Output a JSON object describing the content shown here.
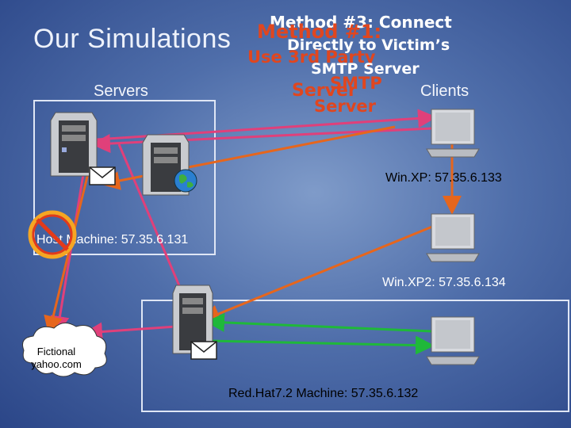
{
  "title": "Our Simulations",
  "labels": {
    "servers": "Servers",
    "clients": "Clients"
  },
  "overlay": {
    "m3_title": "Method #3: Connect",
    "m3_line2": "Directly to Victim’s",
    "m3_line3": "SMTP Server",
    "m1_title": "Method #1:",
    "m1_line2": "Use 3rd Party",
    "m1_line3": "SMTP",
    "m1_line4": "Server"
  },
  "ips": {
    "winxp": "Win.XP: 57.35.6.133",
    "host": "Host Machine: 57.35.6.131",
    "winxp2": "Win.XP2: 57.35.6.134",
    "redhat": "Red.Hat7.2 Machine: 57.35.6.132"
  },
  "cloud": {
    "line1": "Fictional",
    "line2": "yahoo.com"
  },
  "colors": {
    "arrow_magenta": "#e0407a",
    "arrow_orange": "#e6661d",
    "arrow_green": "#1fb83a",
    "prohibit_red": "#e23a1a",
    "prohibit_orange": "#f5a623"
  },
  "icons": [
    "server-tower-icon",
    "envelope-icon",
    "globe-icon",
    "laptop-icon",
    "prohibited-icon",
    "cloud-icon"
  ]
}
